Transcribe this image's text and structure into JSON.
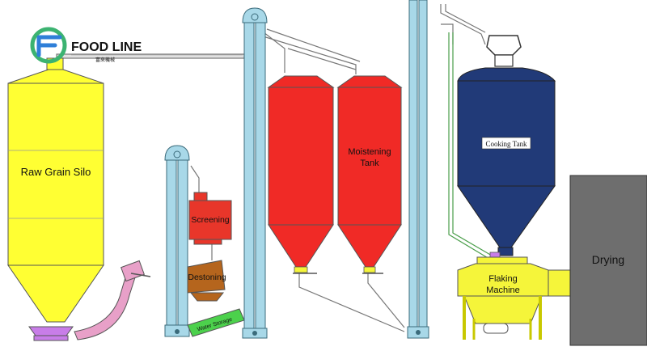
{
  "brand": {
    "name": "FOOD LINE",
    "subtitle": "富來機械",
    "logo_colors": [
      "#2f7fd8",
      "#3cb371",
      "#4aa3e0"
    ]
  },
  "equipment": {
    "raw_silo": {
      "label": "Raw Grain Silo",
      "color": "#ffff33"
    },
    "screening": {
      "label": "Screening",
      "color": "#e8362a"
    },
    "destoning": {
      "label": "Destoning",
      "color": "#b5651d"
    },
    "water_storage": {
      "label": "Water Storage",
      "color": "#4cd14c"
    },
    "moistening_tank": {
      "label_line1": "Moistening",
      "label_line2": "Tank",
      "color": "#f02a26"
    },
    "cooking_tank": {
      "label": "Cooking Tank",
      "color": "#213a78"
    },
    "flaking_machine": {
      "label_line1": "Flaking",
      "label_line2": "Machine",
      "color": "#f5f53a"
    },
    "drying": {
      "label": "Drying",
      "color": "#6e6e6e"
    }
  },
  "colors": {
    "elevator": "#a8d8e8",
    "elevator_outline": "#3b6b7b",
    "pipe": "#d9d9d9",
    "pipe_outline": "#666666",
    "conveyor": "#e8a0c8"
  }
}
